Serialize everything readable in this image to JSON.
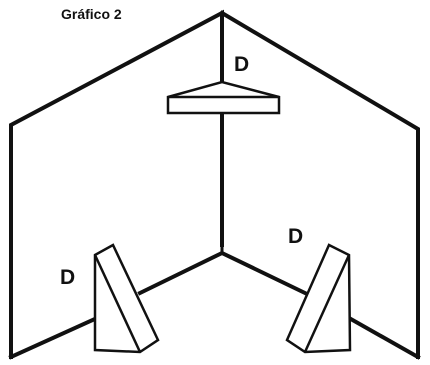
{
  "figure": {
    "caption": "Gráfico 2"
  },
  "labels": {
    "top": "D",
    "left": "D",
    "right": "D"
  },
  "colors": {
    "stroke": "#111111",
    "background": "#ffffff"
  }
}
